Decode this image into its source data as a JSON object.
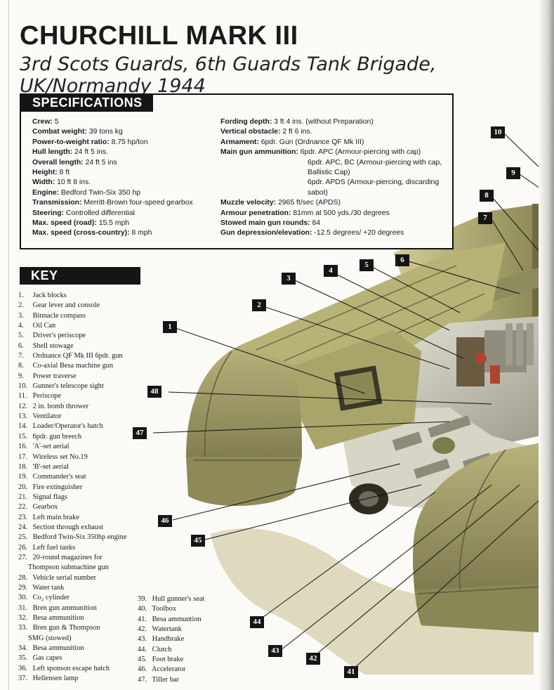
{
  "title": "CHURCHILL MARK III",
  "subtitle": "3rd Scots Guards, 6th Guards Tank Brigade, UK/Normandy 1944",
  "specifications": {
    "header": "SPECIFICATIONS",
    "left": [
      {
        "label": "Crew:",
        "value": "5"
      },
      {
        "label": "Combat weight:",
        "value": "39 tons kg"
      },
      {
        "label": "Power-to-weight ratio:",
        "value": "8.75 hp/ton"
      },
      {
        "label": "Hull length:",
        "value": "24 ft 5 ins."
      },
      {
        "label": "Overall length:",
        "value": "24 ft 5 ins"
      },
      {
        "label": "Height:",
        "value": "8 ft"
      },
      {
        "label": "Width:",
        "value": "10 ft 8 ins."
      },
      {
        "label": "Engine:",
        "value": "Bedford Twin-Six 350 hp"
      },
      {
        "label": "Transmission:",
        "value": "Merritt-Brown four-speed gearbox"
      },
      {
        "label": "Steering:",
        "value": "Controlled differential"
      },
      {
        "label": "Max. speed (road):",
        "value": "15.5 mph"
      },
      {
        "label": "Max. speed (cross-country):",
        "value": "8 mph"
      }
    ],
    "right": [
      {
        "label": "Fording depth:",
        "value": "3 ft 4 ins. (without Preparation)"
      },
      {
        "label": "Vertical obstacle:",
        "value": "2 ft 6 ins."
      },
      {
        "label": "Armament:",
        "value": "6pdr. Gun (Ordnance QF Mk III)"
      },
      {
        "label": "Main gun ammunition:",
        "value": "6pdr. APC (Armour-piercing with cap)"
      }
    ],
    "ammo_more": [
      "6pdr. APC, BC (Armour-piercing with cap,",
      "Ballistic Cap)",
      "6pdr. APDS (Armour-piercing, discarding",
      "sabot)"
    ],
    "right2": [
      {
        "label": "Muzzle velocity:",
        "value": "2965 ft/sec (APDS)"
      },
      {
        "label": "Armour penetration:",
        "value": "81mm at 500 yds./30 degrees"
      },
      {
        "label": "Stowed main gun rounds:",
        "value": "84"
      },
      {
        "label": "Gun depression/elevation:",
        "value": "-12.5 degrees/ +20 degrees"
      }
    ]
  },
  "key": {
    "header": "KEY",
    "col1": [
      {
        "n": "1.",
        "t": "Jack blocks"
      },
      {
        "n": "2.",
        "t": "Gear lever and console"
      },
      {
        "n": "3.",
        "t": "Binnacle compass"
      },
      {
        "n": "4.",
        "t": "Oil Can"
      },
      {
        "n": "5.",
        "t": "Driver's periscope"
      },
      {
        "n": "6.",
        "t": "Shell stowage"
      },
      {
        "n": "7.",
        "t": "Ordnance QF Mk III 6pdr. gun"
      },
      {
        "n": "8.",
        "t": "Co-axial Besa machine gun"
      },
      {
        "n": "9.",
        "t": "Power traverse"
      },
      {
        "n": "10.",
        "t": "Gunner's telescope sight"
      },
      {
        "n": "11.",
        "t": "Periscope"
      },
      {
        "n": "12.",
        "t": "2 in. bomb thrower"
      },
      {
        "n": "13.",
        "t": "Ventilator"
      },
      {
        "n": "14.",
        "t": "Loader/Operator's hatch"
      },
      {
        "n": "15.",
        "t": "6pdr. gun breech"
      },
      {
        "n": "16.",
        "t": "'A'-set aerial"
      },
      {
        "n": "17.",
        "t": "Wireless set No.19"
      },
      {
        "n": "18.",
        "t": "'B'-set aerial"
      },
      {
        "n": "19.",
        "t": "Commander's seat"
      },
      {
        "n": "20.",
        "t": "Fire extinguisher"
      },
      {
        "n": "21.",
        "t": "Signal flags"
      },
      {
        "n": "22.",
        "t": "Gearbox"
      },
      {
        "n": "23.",
        "t": "Left main brake"
      },
      {
        "n": "24.",
        "t": "Section through exhaust"
      },
      {
        "n": "25.",
        "t": "Bedford Twin-Six 350hp engine"
      },
      {
        "n": "26.",
        "t": "Left fuel tanks"
      },
      {
        "n": "27.",
        "t": "20-round magazines for",
        "cont": "Thompson submachine gun"
      },
      {
        "n": "28.",
        "t": "Vehicle serial number"
      },
      {
        "n": "29.",
        "t": "Water tank"
      },
      {
        "n": "30.",
        "t": "Co₂ cylinder"
      },
      {
        "n": "31.",
        "t": "Bren gun ammunition"
      },
      {
        "n": "32.",
        "t": "Besa ammunition"
      },
      {
        "n": "33.",
        "t": "Bren gun & Thompson",
        "cont": "SMG (stowed)"
      },
      {
        "n": "34.",
        "t": "Besa ammunition"
      },
      {
        "n": "35.",
        "t": "Gas capes"
      },
      {
        "n": "36.",
        "t": "Left sponson escape hatch"
      },
      {
        "n": "37.",
        "t": "Hellensen lamp"
      }
    ],
    "col2": [
      {
        "n": "39.",
        "t": "Hull gunner's seat"
      },
      {
        "n": "40.",
        "t": "Toolbox"
      },
      {
        "n": "41.",
        "t": "Besa ammuntion"
      },
      {
        "n": "42.",
        "t": "Watertank"
      },
      {
        "n": "43.",
        "t": "Handbrake"
      },
      {
        "n": "44.",
        "t": "Clutch"
      },
      {
        "n": "45.",
        "t": "Foot brake"
      },
      {
        "n": "46.",
        "t": "Accelerator"
      },
      {
        "n": "47.",
        "t": "Tiller bar"
      }
    ]
  },
  "callouts": {
    "c10": "10",
    "c9": "9",
    "c8": "8",
    "c7": "7",
    "c6": "6",
    "c5": "5",
    "c4": "4",
    "c3": "3",
    "c2": "2",
    "c1": "1",
    "c48": "48",
    "c47": "47",
    "c46": "46",
    "c45": "45",
    "c44": "44",
    "c43": "43",
    "c42": "42",
    "c41": "41"
  }
}
